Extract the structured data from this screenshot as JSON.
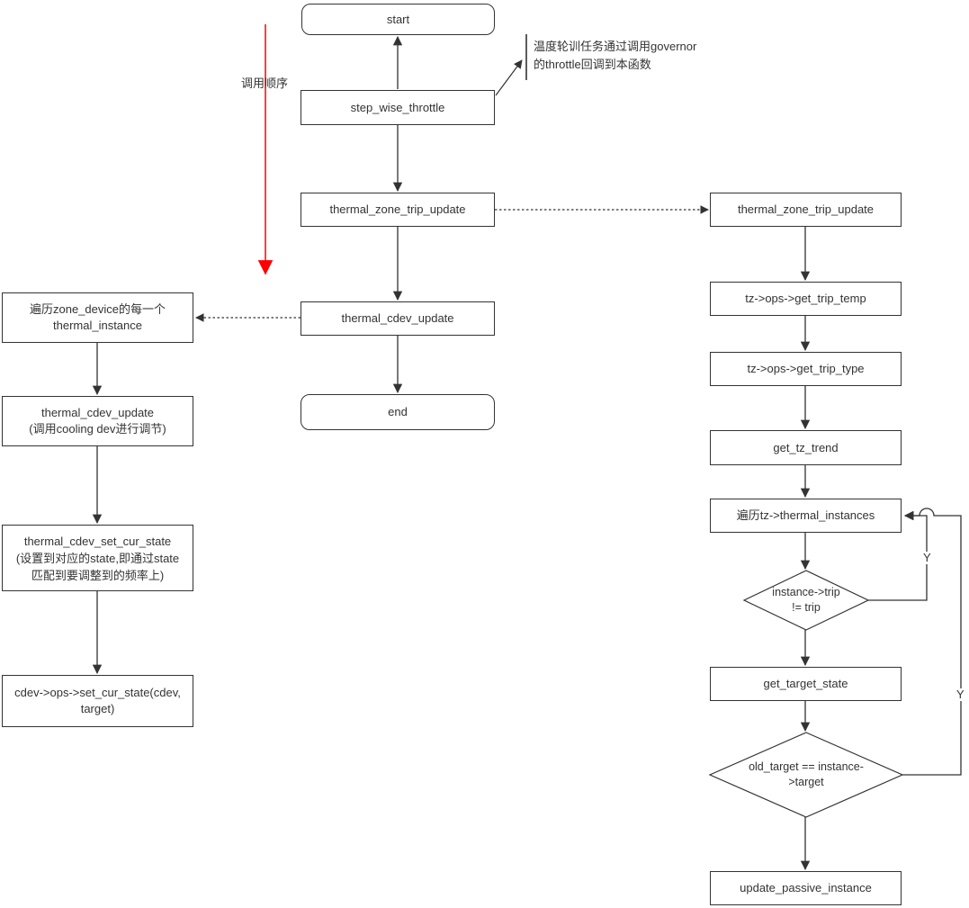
{
  "diagram": {
    "colors": {
      "node_border": "#333333",
      "node_fill": "#ffffff",
      "text": "#333333",
      "connector": "#333333",
      "call_order_arrow": "#ff0000"
    },
    "nodes": {
      "start": "start",
      "step_wise_throttle": "step_wise_throttle",
      "thermal_zone_trip_update_main": "thermal_zone_trip_update",
      "thermal_cdev_update_main": "thermal_cdev_update",
      "end": "end",
      "iterate_zone_device": "遍历zone_device的每一个\nthermal_instance",
      "thermal_cdev_update_left": "thermal_cdev_update\n(调用cooling dev进行调节)",
      "thermal_cdev_set_cur_state": "thermal_cdev_set_cur_state\n(设置到对应的state,即通过state\n匹配到要调整到的频率上)",
      "cdev_ops_set_cur_state": "cdev->ops->set_cur_state(cdev,\ntarget)",
      "thermal_zone_trip_update_right": "thermal_zone_trip_update",
      "get_trip_temp": "tz->ops->get_trip_temp",
      "get_trip_type": "tz->ops->get_trip_type",
      "get_tz_trend": "get_tz_trend",
      "iterate_thermal_instances": "遍历tz->thermal_instances",
      "decision_trip_not_equal": "instance->trip\n!= trip",
      "get_target_state": "get_target_state",
      "decision_old_target": "old_target == instance-\n>target",
      "update_passive_instance": "update_passive_instance"
    },
    "labels": {
      "call_order": "调用顺序",
      "annotation": "温度轮训任务通过调用governor\n的throttle回调到本函数",
      "branch_yes_trip": "Y",
      "branch_yes_target": "Y"
    }
  }
}
